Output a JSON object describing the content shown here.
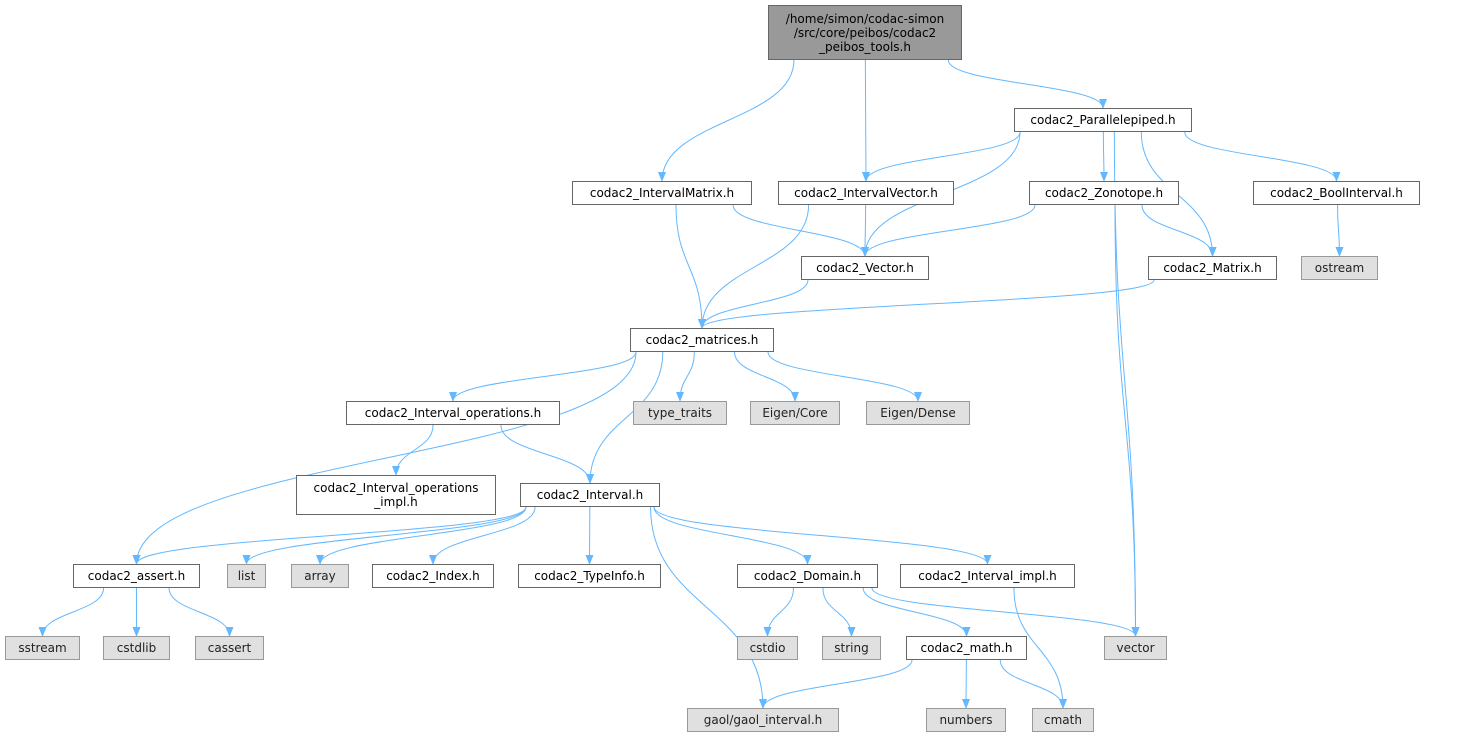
{
  "graph": {
    "edge_color": "#63b8ff",
    "nodes": [
      {
        "id": "root",
        "label": "/home/simon/codac-simon\n/src/core/peibos/codac2\n_peibos_tools.h",
        "kind": "root"
      },
      {
        "id": "parallelepiped",
        "label": "codac2_Parallelepiped.h",
        "kind": "local"
      },
      {
        "id": "intervalmatrix",
        "label": "codac2_IntervalMatrix.h",
        "kind": "local"
      },
      {
        "id": "intervalvector",
        "label": "codac2_IntervalVector.h",
        "kind": "local"
      },
      {
        "id": "zonotope",
        "label": "codac2_Zonotope.h",
        "kind": "local"
      },
      {
        "id": "boolinterval",
        "label": "codac2_BoolInterval.h",
        "kind": "local"
      },
      {
        "id": "vector_h",
        "label": "codac2_Vector.h",
        "kind": "local"
      },
      {
        "id": "matrix_h",
        "label": "codac2_Matrix.h",
        "kind": "local"
      },
      {
        "id": "ostream",
        "label": "ostream",
        "kind": "system"
      },
      {
        "id": "matrices",
        "label": "codac2_matrices.h",
        "kind": "local"
      },
      {
        "id": "interval_ops",
        "label": "codac2_Interval_operations.h",
        "kind": "local"
      },
      {
        "id": "type_traits",
        "label": "type_traits",
        "kind": "system"
      },
      {
        "id": "eigen_core",
        "label": "Eigen/Core",
        "kind": "system"
      },
      {
        "id": "eigen_dense",
        "label": "Eigen/Dense",
        "kind": "system"
      },
      {
        "id": "interval_ops_impl",
        "label": "codac2_Interval_operations\n_impl.h",
        "kind": "local"
      },
      {
        "id": "interval",
        "label": "codac2_Interval.h",
        "kind": "local"
      },
      {
        "id": "assert",
        "label": "codac2_assert.h",
        "kind": "local"
      },
      {
        "id": "list",
        "label": "list",
        "kind": "system"
      },
      {
        "id": "array",
        "label": "array",
        "kind": "system"
      },
      {
        "id": "index",
        "label": "codac2_Index.h",
        "kind": "local"
      },
      {
        "id": "typeinfo",
        "label": "codac2_TypeInfo.h",
        "kind": "local"
      },
      {
        "id": "domain",
        "label": "codac2_Domain.h",
        "kind": "local"
      },
      {
        "id": "interval_impl",
        "label": "codac2_Interval_impl.h",
        "kind": "local"
      },
      {
        "id": "sstream",
        "label": "sstream",
        "kind": "system"
      },
      {
        "id": "cstdlib",
        "label": "cstdlib",
        "kind": "system"
      },
      {
        "id": "cassert",
        "label": "cassert",
        "kind": "system"
      },
      {
        "id": "cstdio",
        "label": "cstdio",
        "kind": "system"
      },
      {
        "id": "string",
        "label": "string",
        "kind": "system"
      },
      {
        "id": "math",
        "label": "codac2_math.h",
        "kind": "local"
      },
      {
        "id": "vector",
        "label": "vector",
        "kind": "system"
      },
      {
        "id": "gaol",
        "label": "gaol/gaol_interval.h",
        "kind": "system"
      },
      {
        "id": "numbers",
        "label": "numbers",
        "kind": "system"
      },
      {
        "id": "cmath",
        "label": "cmath",
        "kind": "system"
      }
    ],
    "edges": [
      [
        "root",
        "intervalmatrix"
      ],
      [
        "root",
        "intervalvector"
      ],
      [
        "root",
        "parallelepiped"
      ],
      [
        "parallelepiped",
        "intervalvector"
      ],
      [
        "parallelepiped",
        "vector_h"
      ],
      [
        "parallelepiped",
        "zonotope"
      ],
      [
        "parallelepiped",
        "matrix_h"
      ],
      [
        "parallelepiped",
        "boolinterval"
      ],
      [
        "parallelepiped",
        "vector"
      ],
      [
        "intervalmatrix",
        "matrices"
      ],
      [
        "intervalmatrix",
        "vector_h"
      ],
      [
        "intervalvector",
        "matrices"
      ],
      [
        "intervalvector",
        "vector_h"
      ],
      [
        "zonotope",
        "vector_h"
      ],
      [
        "zonotope",
        "matrix_h"
      ],
      [
        "zonotope",
        "vector"
      ],
      [
        "boolinterval",
        "ostream"
      ],
      [
        "vector_h",
        "matrices"
      ],
      [
        "matrix_h",
        "matrices"
      ],
      [
        "matrices",
        "assert"
      ],
      [
        "matrices",
        "interval_ops"
      ],
      [
        "matrices",
        "interval"
      ],
      [
        "matrices",
        "type_traits"
      ],
      [
        "matrices",
        "eigen_core"
      ],
      [
        "matrices",
        "eigen_dense"
      ],
      [
        "interval_ops",
        "interval_ops_impl"
      ],
      [
        "interval_ops",
        "interval"
      ],
      [
        "interval",
        "assert"
      ],
      [
        "interval",
        "list"
      ],
      [
        "interval",
        "array"
      ],
      [
        "interval",
        "index"
      ],
      [
        "interval",
        "typeinfo"
      ],
      [
        "interval",
        "domain"
      ],
      [
        "interval",
        "interval_impl"
      ],
      [
        "interval",
        "gaol"
      ],
      [
        "assert",
        "sstream"
      ],
      [
        "assert",
        "cstdlib"
      ],
      [
        "assert",
        "cassert"
      ],
      [
        "domain",
        "cstdio"
      ],
      [
        "domain",
        "string"
      ],
      [
        "domain",
        "math"
      ],
      [
        "domain",
        "vector"
      ],
      [
        "interval_impl",
        "cmath"
      ],
      [
        "math",
        "gaol"
      ],
      [
        "math",
        "numbers"
      ],
      [
        "math",
        "cmath"
      ]
    ]
  }
}
